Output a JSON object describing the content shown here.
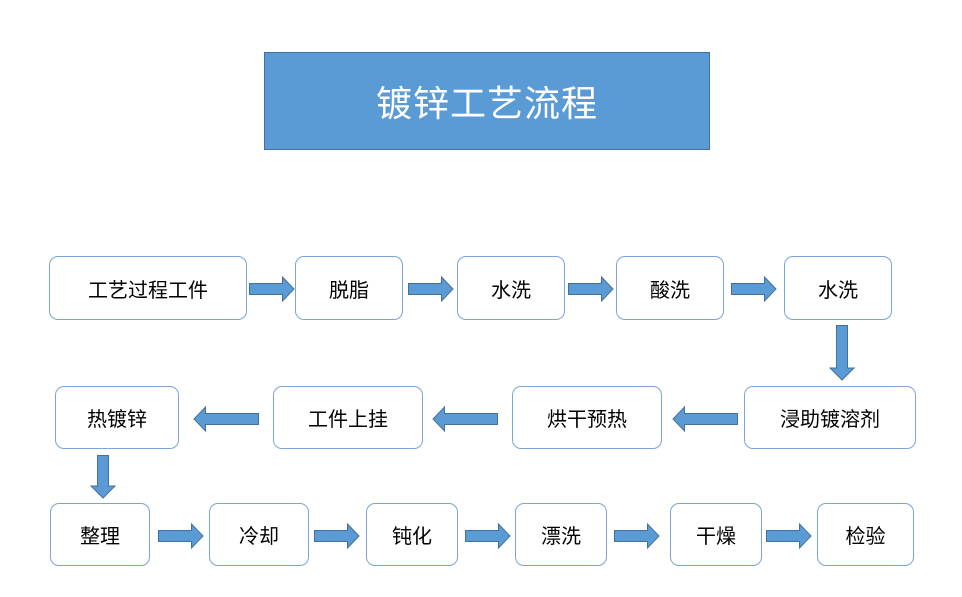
{
  "title": "镀锌工艺流程",
  "colors": {
    "title_fill": "#5b9bd5",
    "title_border": "#41719c",
    "node_border": "#7aa5d6",
    "arrow_fill": "#5b9bd5",
    "arrow_stroke": "#41719c"
  },
  "steps": [
    "工艺过程工件",
    "脱脂",
    "水洗",
    "酸洗",
    "水洗",
    "浸助镀溶剂",
    "烘干预热",
    "工件上挂",
    "热镀锌",
    "整理",
    "冷却",
    "钝化",
    "漂洗",
    "干燥",
    "检验"
  ]
}
